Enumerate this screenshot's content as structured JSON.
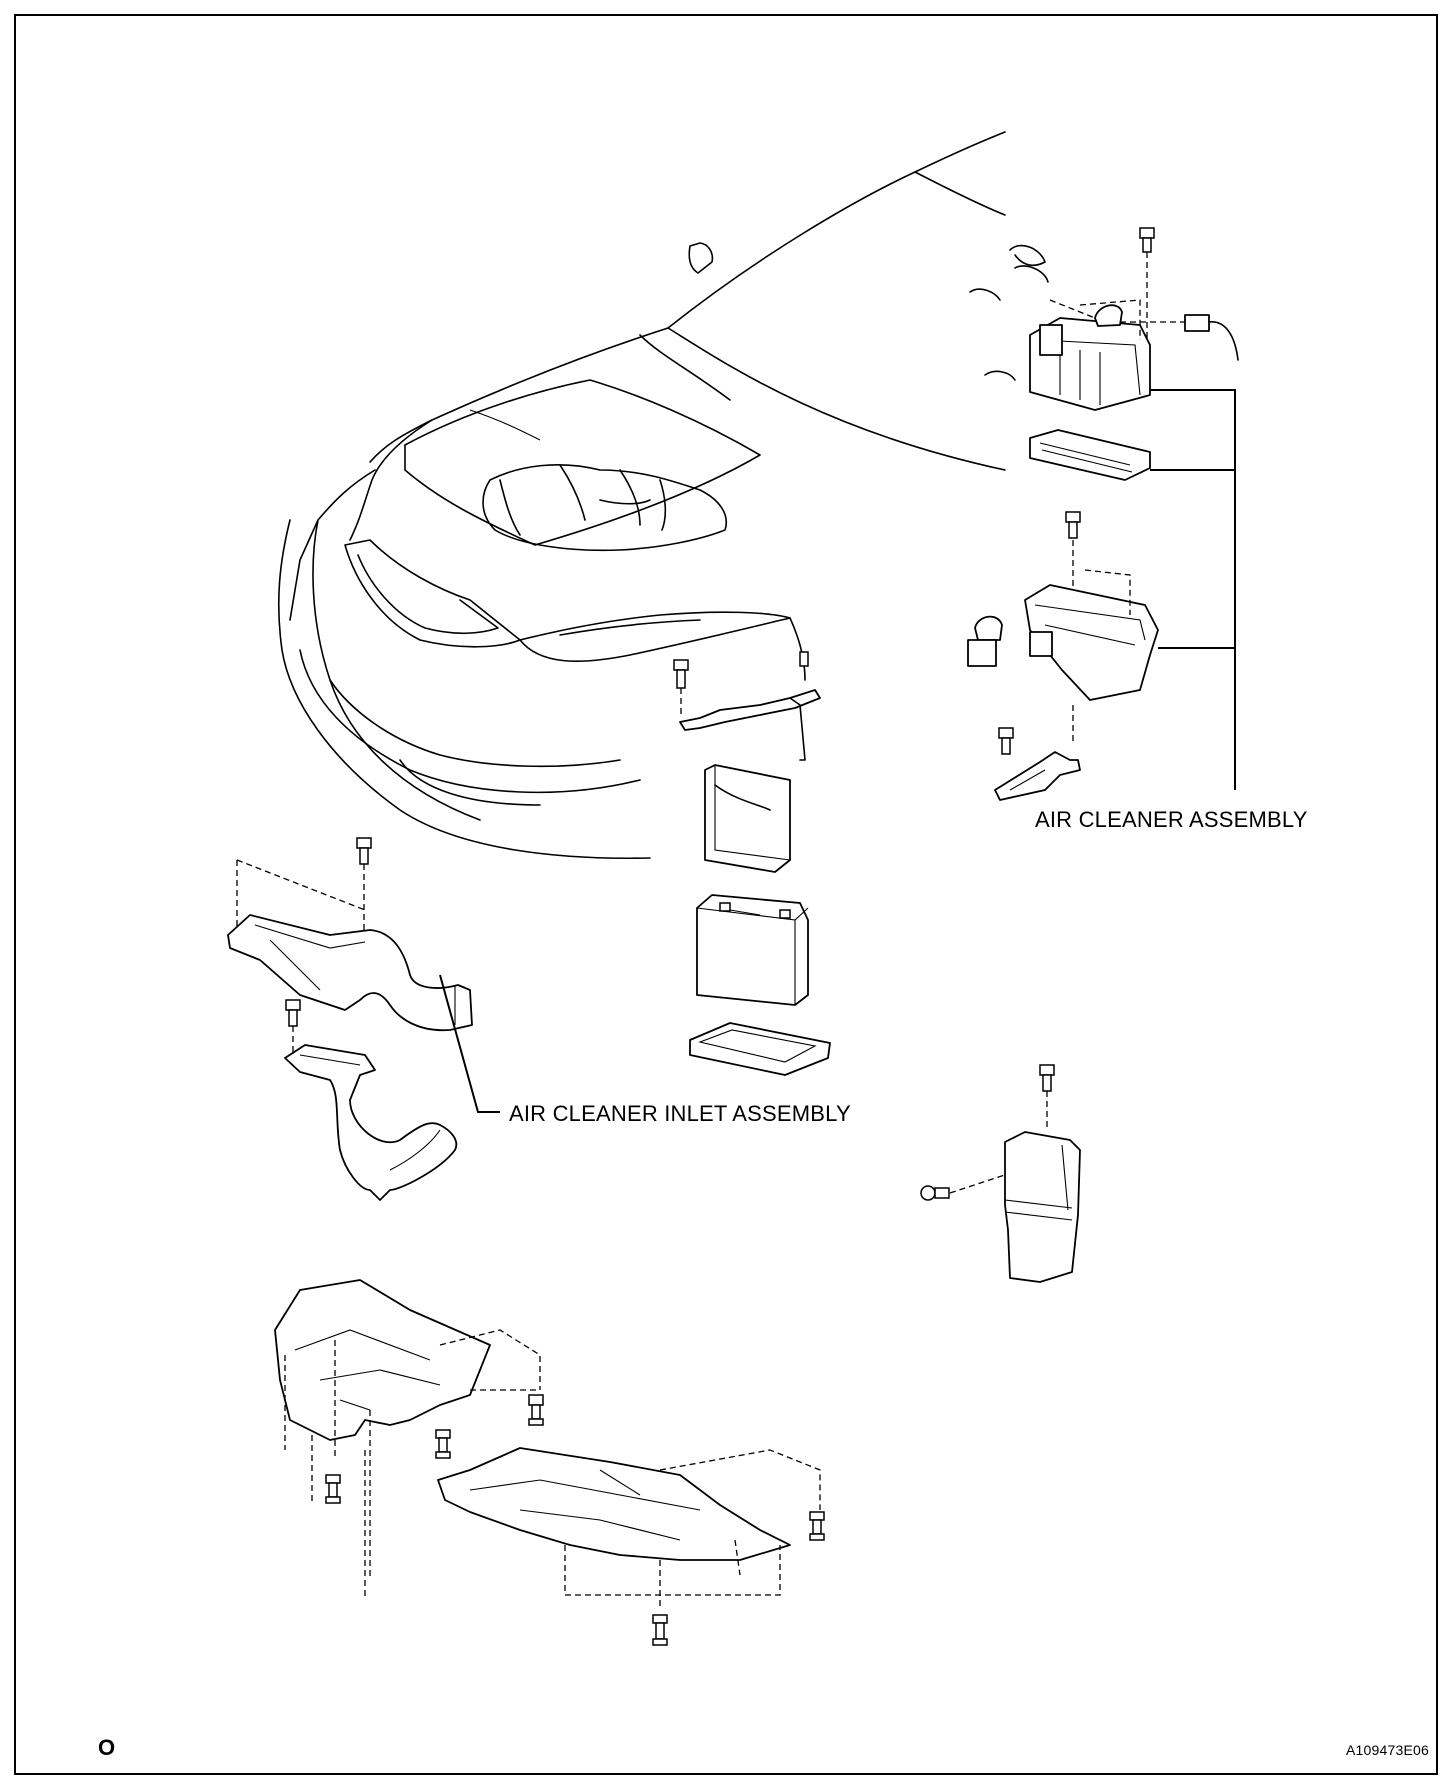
{
  "labels": {
    "air_cleaner_assembly": "AIR CLEANER ASSEMBLY",
    "air_cleaner_inlet_assembly": "AIR CLEANER INLET ASSEMBLY"
  },
  "corner_mark": "O",
  "figure_id": "A109473E06"
}
